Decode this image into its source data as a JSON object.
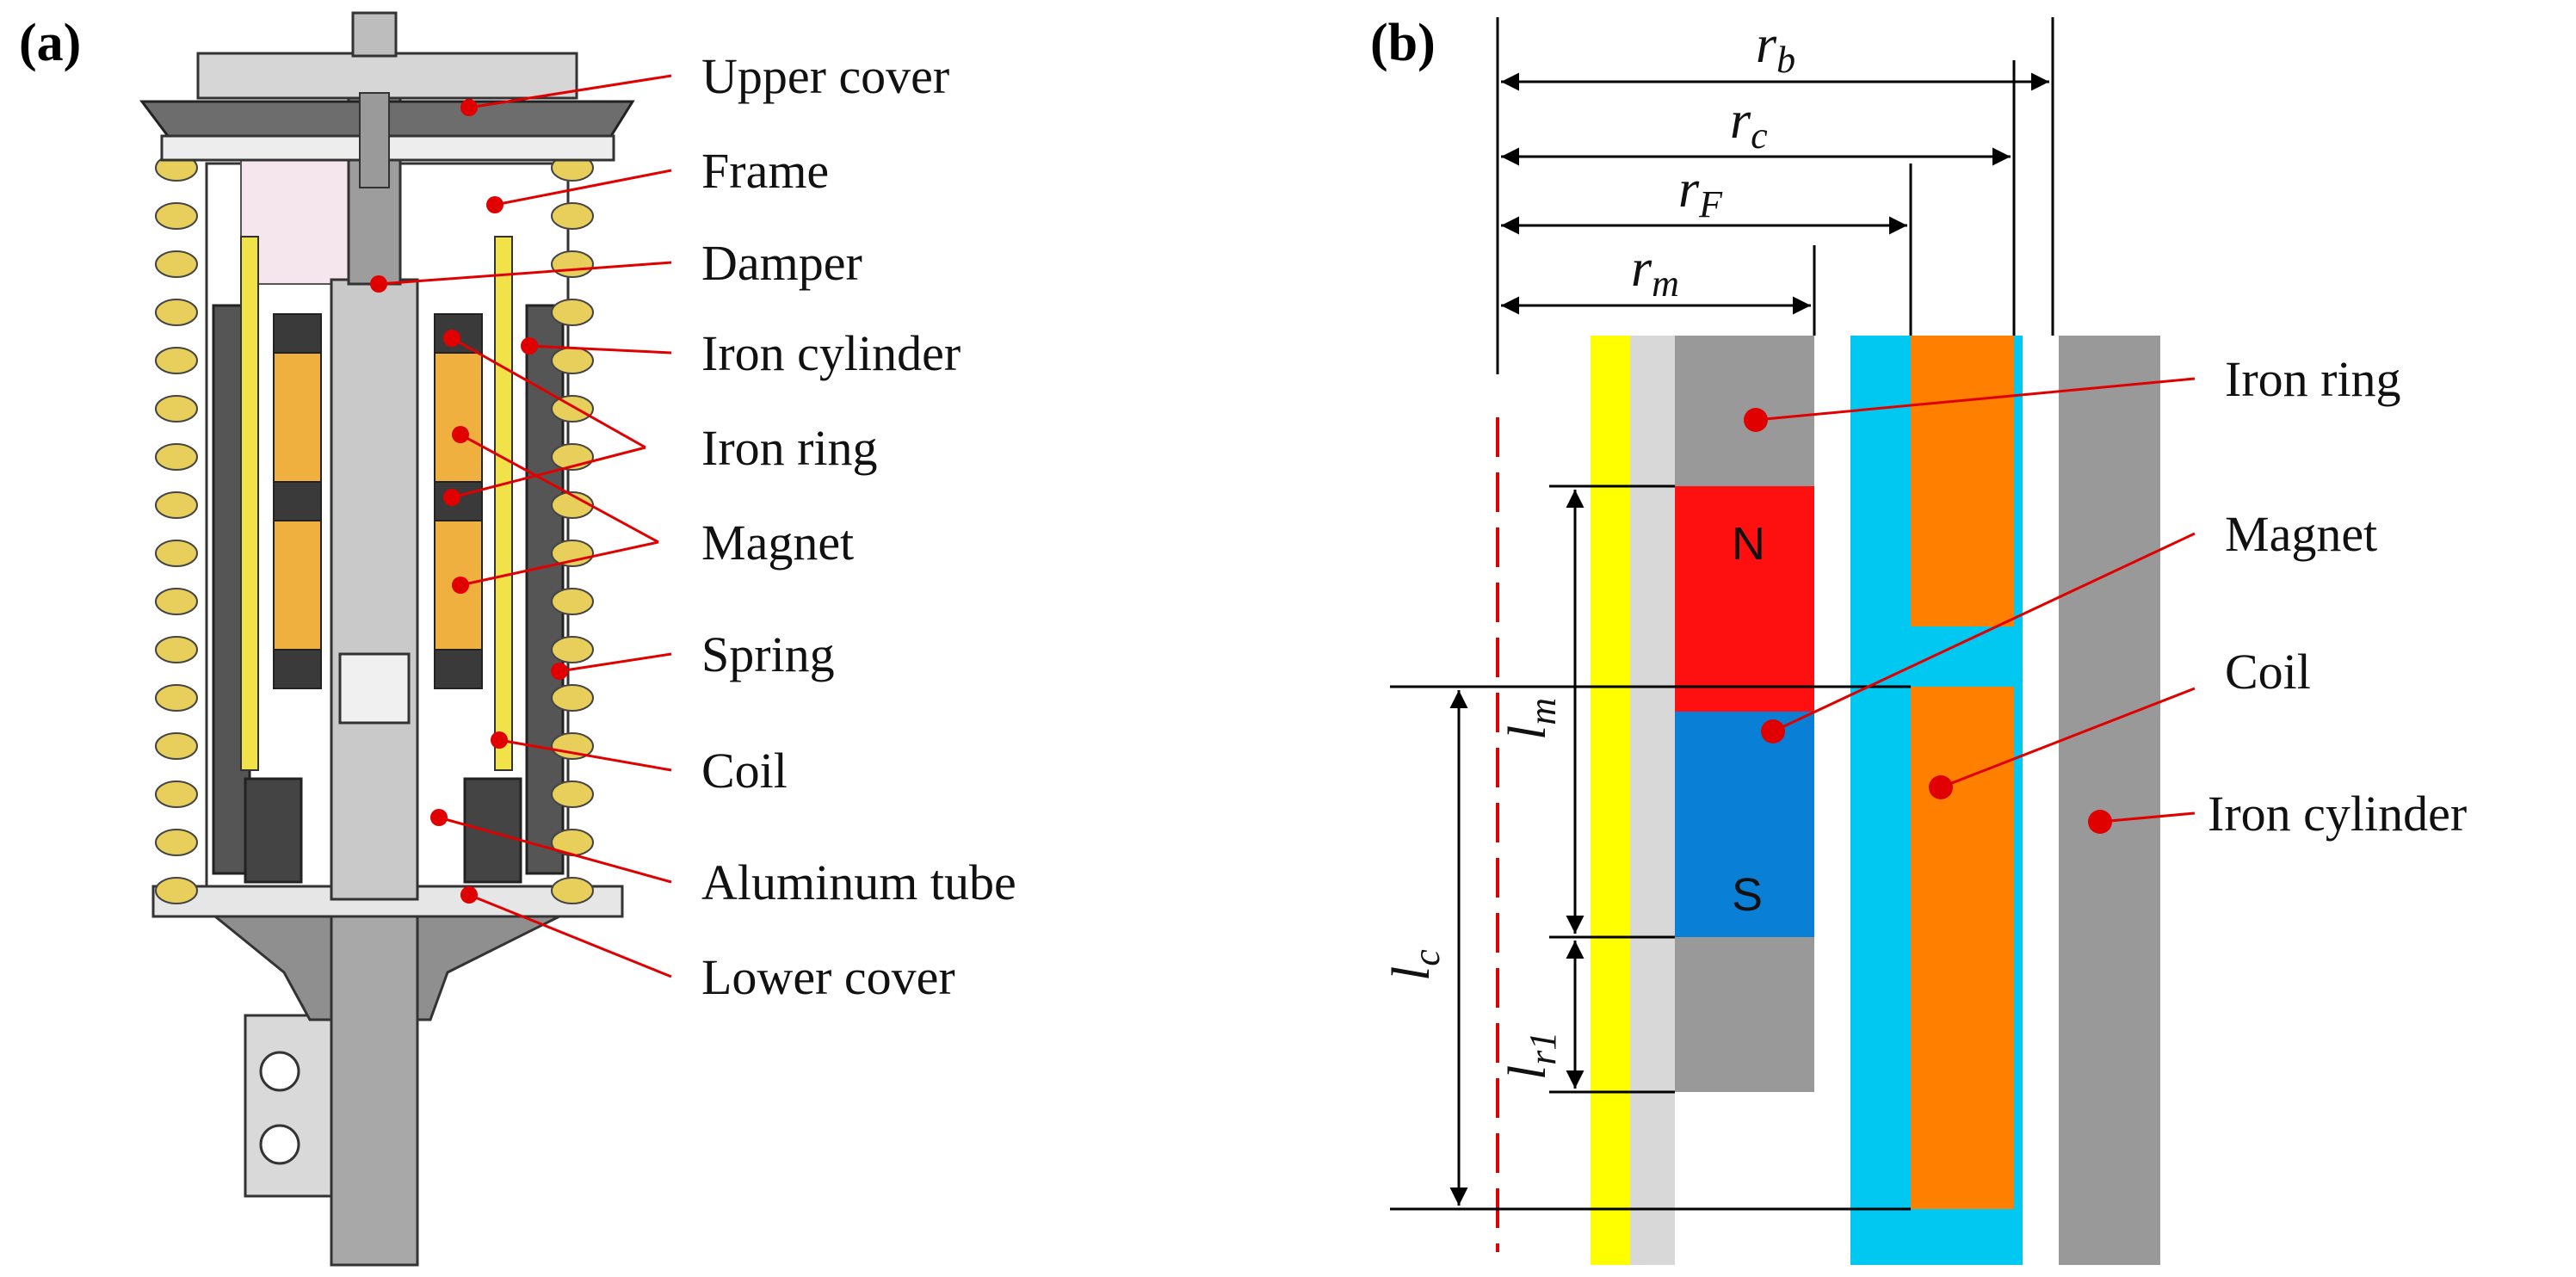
{
  "panels": {
    "a": "(a)",
    "b": "(b)"
  },
  "labels_a": {
    "upper_cover": "Upper cover",
    "frame": "Frame",
    "damper": "Damper",
    "iron_cylinder": "Iron cylinder",
    "iron_ring": "Iron ring",
    "magnet": "Magnet",
    "spring": "Spring",
    "coil": "Coil",
    "aluminum_tube": "Aluminum tube",
    "lower_cover": "Lower cover"
  },
  "labels_b": {
    "iron_ring": "Iron ring",
    "magnet": "Magnet",
    "coil": "Coil",
    "iron_cylinder": "Iron cylinder"
  },
  "poles": {
    "north": "N",
    "south": "S"
  },
  "dims": {
    "rb": {
      "base": "r",
      "sub": "b"
    },
    "rc": {
      "base": "r",
      "sub": "c"
    },
    "rF": {
      "base": "r",
      "sub": "F"
    },
    "rm": {
      "base": "r",
      "sub": "m"
    },
    "lm": {
      "base": "l",
      "sub": "m"
    },
    "lc": {
      "base": "l",
      "sub": "c"
    },
    "lr1": {
      "base": "l",
      "sub": "r1"
    }
  },
  "colors": {
    "leader": "#e00000",
    "yellow": "#ffff00",
    "light_gray": "#d8d8d8",
    "iron": "#999999",
    "north": "#ff1010",
    "south": "#0a7fd6",
    "aluminum": "#00c8f0",
    "coil": "#ff7f00",
    "spring": "#e8cf5c",
    "magnet_a": "#f0b040"
  }
}
